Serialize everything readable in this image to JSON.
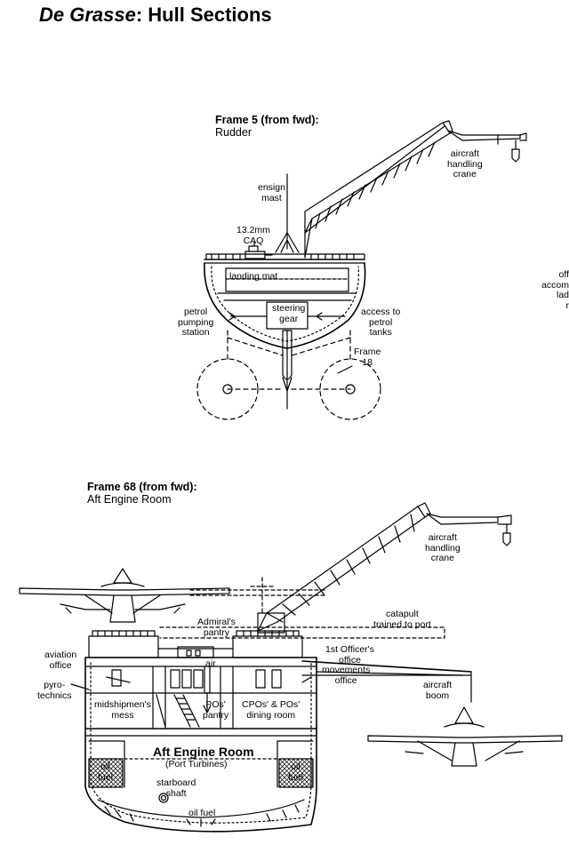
{
  "title": {
    "ship": "De Grasse",
    "rest": ": Hull Sections"
  },
  "frame5": {
    "heading": "Frame 5 (from fwd):",
    "subheading": "Rudder",
    "labels": {
      "crane": "aircraft\nhandling\ncrane",
      "ensign_mast": "ensign\nmast",
      "caq": "13.2mm\nCAQ",
      "landing_mat": "landing mat",
      "petrol_pumping": "petrol\npumping\nstation",
      "steering_gear": "steering\ngear",
      "access_petrol": "access to\npetrol\ntanks",
      "frame18": "Frame\n18",
      "cut_right": "off\naccom\nlad\nr"
    }
  },
  "frame68": {
    "heading": "Frame 68 (from fwd):",
    "subheading": "Aft Engine Room",
    "labels": {
      "crane": "aircraft\nhandling\ncrane",
      "catapult": "catapult\ntrained to port",
      "admirals_pantry": "Admiral's\npantry",
      "first_officer": "1st Officer's\noffice",
      "aviation_office": "aviation\noffice",
      "air": "air",
      "movements_office": "movements\noffice",
      "pyrotechnics": "pyro-\ntechnics",
      "aircraft_boom": "aircraft\nboom",
      "midshipmen": "midshipmen's\nmess",
      "pos_pantry": "POs'\npantry",
      "cpos_dining": "CPOs' & POs'\ndining room",
      "engine_room": "Aft Engine Room",
      "port_turbines": "(Port Turbines)",
      "oil_fuel_left": "oil\nfuel",
      "oil_fuel_right": "oil\nfuel",
      "starboard_shaft": "starboard\nshaft",
      "oil_fuel_bottom": "oil fuel"
    }
  }
}
